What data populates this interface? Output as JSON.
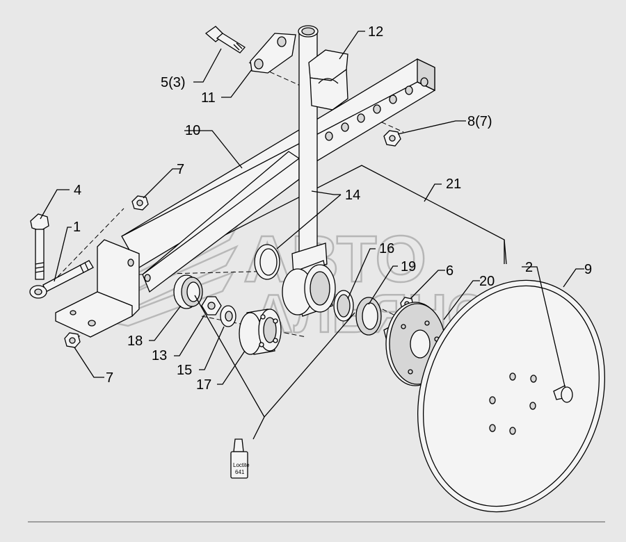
{
  "watermark": {
    "line1": "АВТО",
    "line2": "АЛЬЯНС"
  },
  "bottle_text": [
    "Loctite",
    "641"
  ],
  "labels": {
    "l1": "1",
    "l2": "2",
    "l4": "4",
    "l5": "5(3)",
    "l6": "6",
    "l7a": "7",
    "l7b": "7",
    "l8": "8(7)",
    "l9": "9",
    "l10": "10",
    "l11": "11",
    "l12": "12",
    "l13": "13",
    "l14": "14",
    "l15": "15",
    "l16": "16",
    "l17": "17",
    "l18": "18",
    "l19": "19",
    "l20": "20",
    "l21": "21"
  },
  "colors": {
    "background": "#e8e8e8",
    "line": "#000000",
    "watermark": "#b6b6b6"
  }
}
